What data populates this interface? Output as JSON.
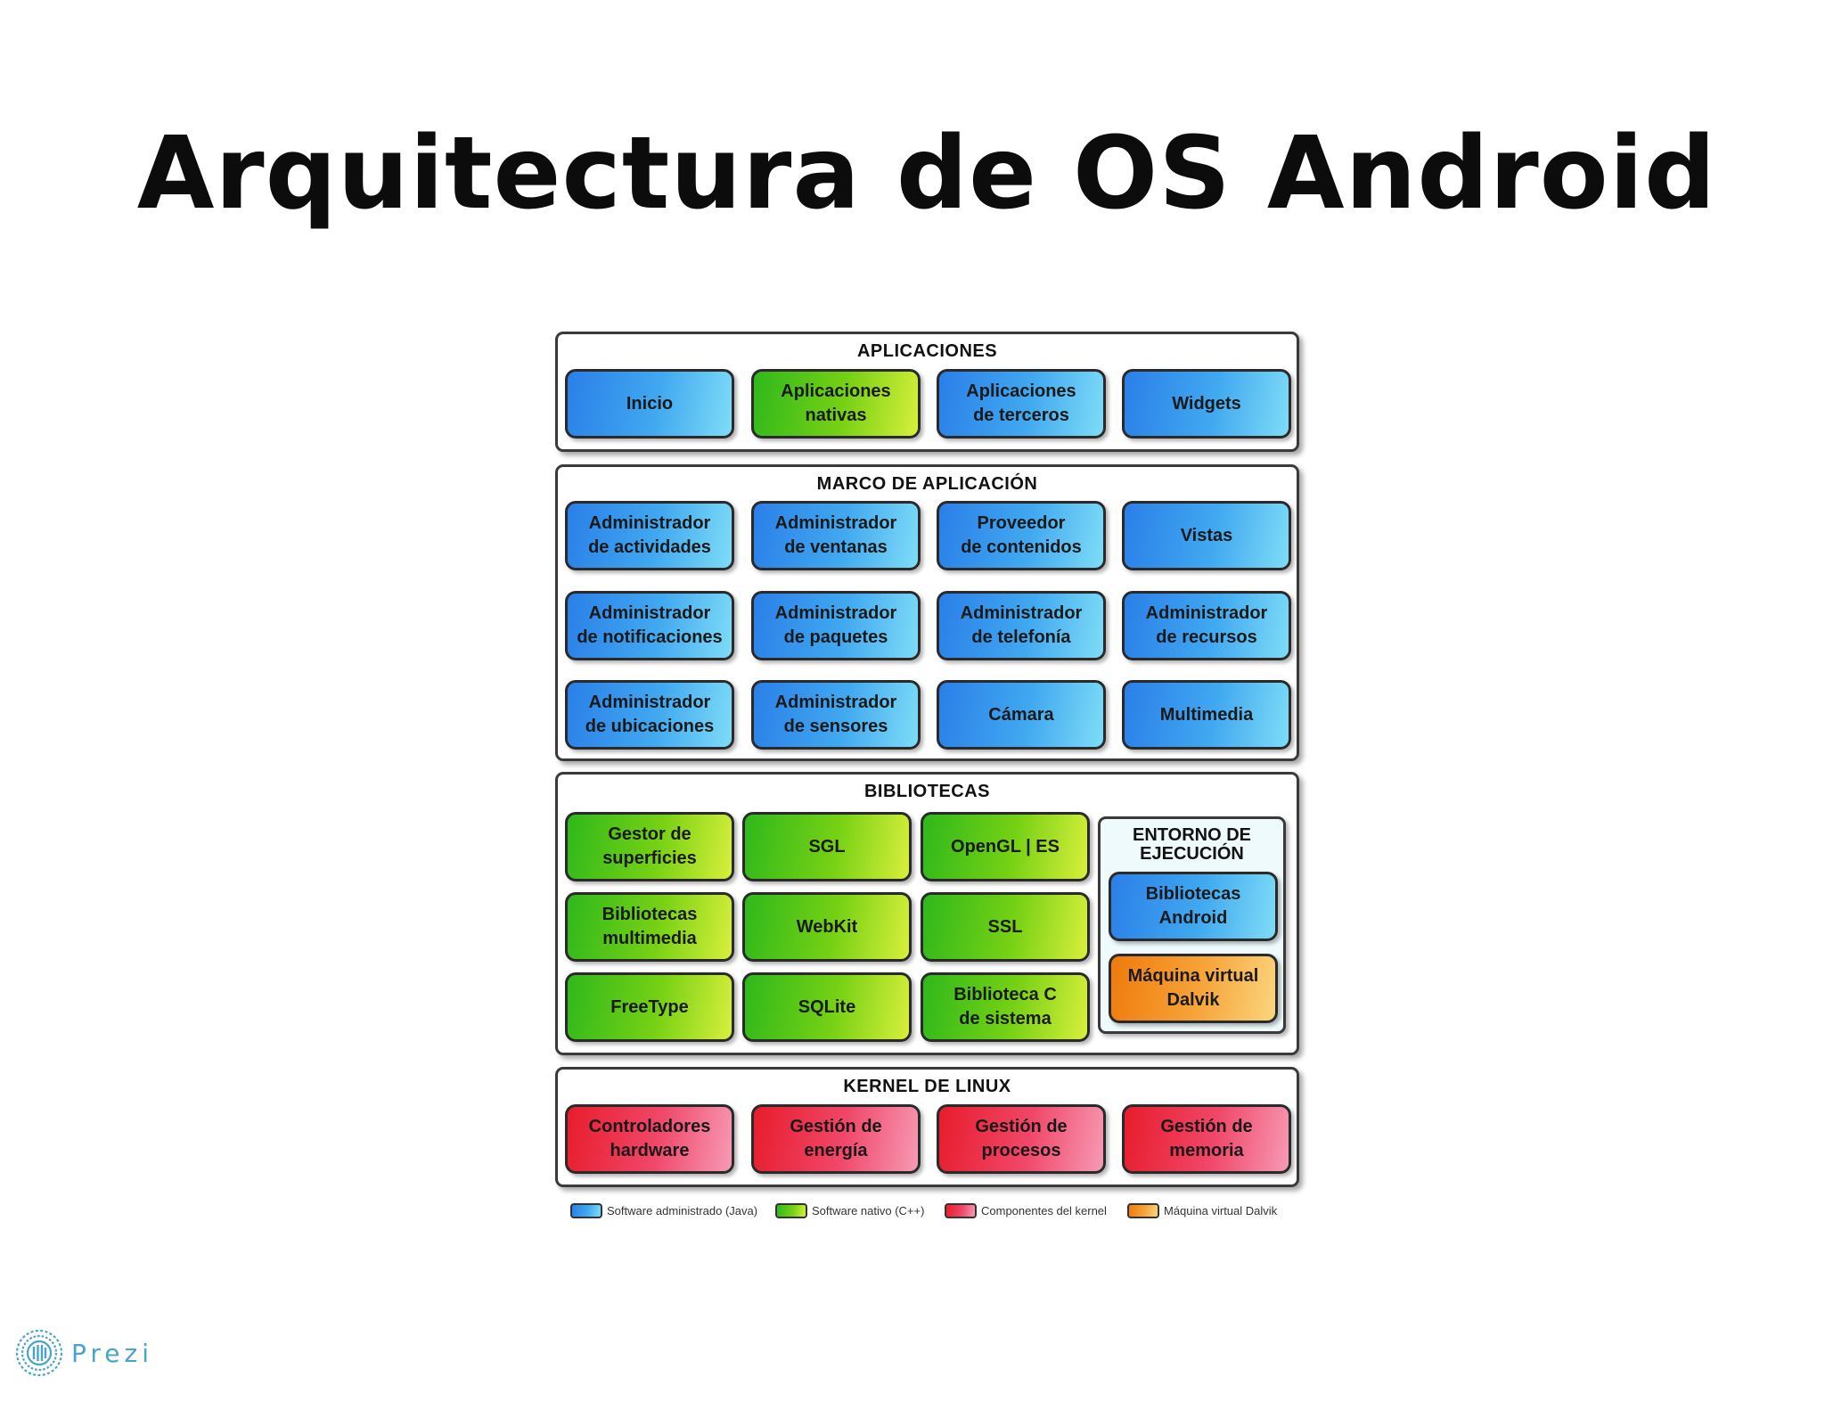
{
  "title": "Arquitectura de OS Android",
  "layers": {
    "aplicaciones": {
      "title": "APLICACIONES",
      "items": [
        "Inicio",
        "Aplicaciones\nnativas",
        "Aplicaciones\nde terceros",
        "Widgets"
      ]
    },
    "marco": {
      "title": "MARCO DE APLICACIÓN",
      "items": [
        "Administrador\nde actividades",
        "Administrador\nde ventanas",
        "Proveedor\nde contenidos",
        "Vistas",
        "Administrador\nde notificaciones",
        "Administrador\nde paquetes",
        "Administrador\nde telefonía",
        "Administrador\nde recursos",
        "Administrador\nde ubicaciones",
        "Administrador\nde sensores",
        "Cámara",
        "Multimedia"
      ]
    },
    "bibliotecas": {
      "title": "BIBLIOTECAS",
      "items": [
        "Gestor de\nsuperficies",
        "SGL",
        "OpenGL | ES",
        "Bibliotecas\nmultimedia",
        "WebKit",
        "SSL",
        "FreeType",
        "SQLite",
        "Biblioteca C\nde sistema"
      ],
      "runtime": {
        "title": "ENTORNO DE\nEJECUCIÓN",
        "items": [
          "Bibliotecas\nAndroid",
          "Máquina virtual\nDalvik"
        ]
      }
    },
    "kernel": {
      "title": "KERNEL DE LINUX",
      "items": [
        "Controladores\nhardware",
        "Gestión de\nenergía",
        "Gestión de\nprocesos",
        "Gestión de\nmemoria"
      ]
    }
  },
  "legend": [
    {
      "label": "Software administrado (Java)",
      "color": "#2f8ce9"
    },
    {
      "label": "Software nativo (C++)",
      "color": "#6fcf17"
    },
    {
      "label": "Componentes del kernel",
      "color": "#f0486a"
    },
    {
      "label": "Máquina virtual Dalvik",
      "color": "#f6a53a"
    }
  ],
  "branding": {
    "logo_text": "Prezi",
    "logo_icon": "prezi-logo-icon"
  }
}
